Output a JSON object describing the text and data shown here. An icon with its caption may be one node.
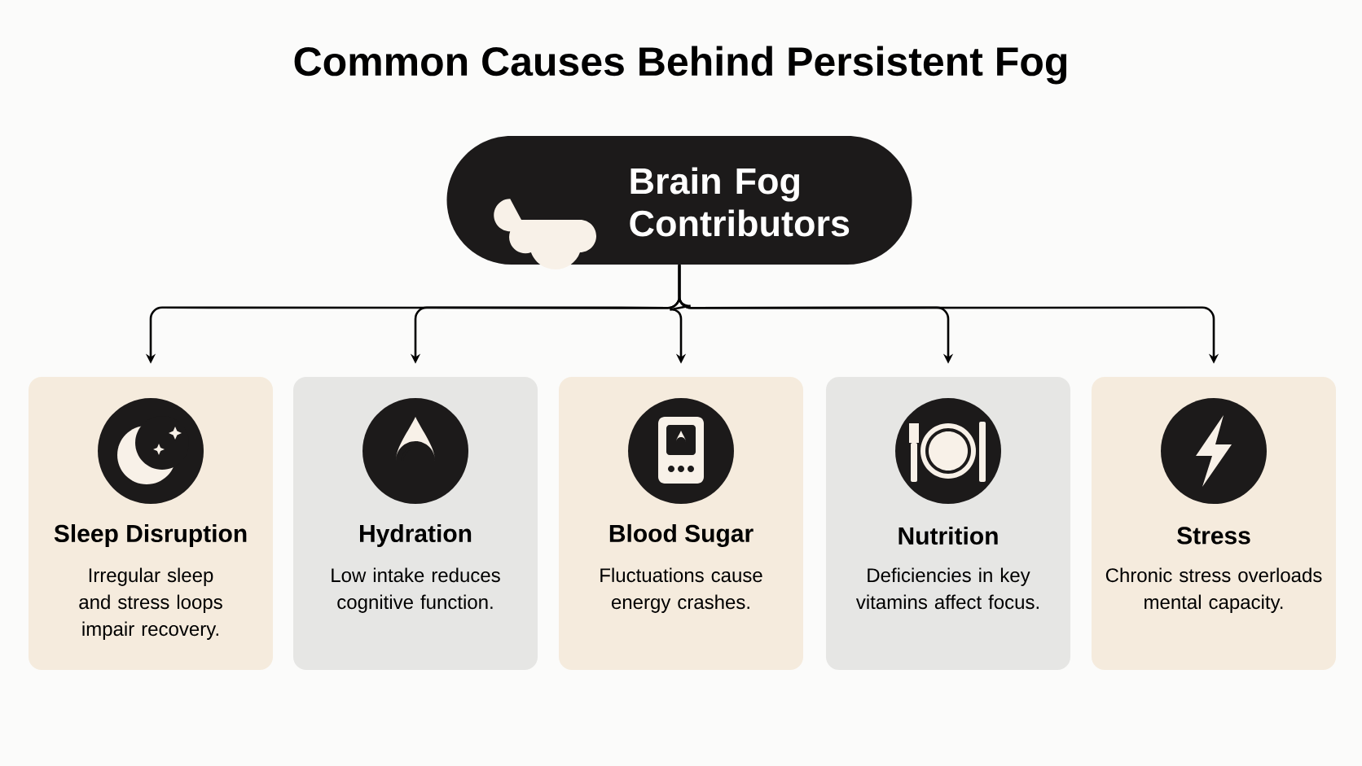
{
  "diagram": {
    "title": "Common Causes Behind Persistent Fog",
    "nodes": [
      {
        "text": [
          "Brain Fog Contributors"
        ]
      },
      {
        "text": [
          "Sleep Disruption",
          "Irregular sleep and stress loops impair recovery."
        ]
      },
      {
        "text": [
          "Hydration",
          "Low intake reduces cognitive function."
        ]
      },
      {
        "text": [
          "Blood Sugar",
          "Fluctuations cause energy crashes."
        ]
      },
      {
        "text": [
          "Nutrition",
          "Deficiencies in key vitamins affect focus."
        ]
      },
      {
        "text": [
          "Stress",
          "Chronic stress overloads mental capacity."
        ]
      }
    ],
    "edges": [
      {
        "from": 0,
        "to": 1,
        "arrow": "to"
      },
      {
        "from": 0,
        "to": 2,
        "arrow": "to"
      },
      {
        "from": 0,
        "to": 3,
        "arrow": "to"
      },
      {
        "from": 0,
        "to": 4,
        "arrow": "to"
      },
      {
        "from": 0,
        "to": 5,
        "arrow": "to"
      }
    ]
  }
}
